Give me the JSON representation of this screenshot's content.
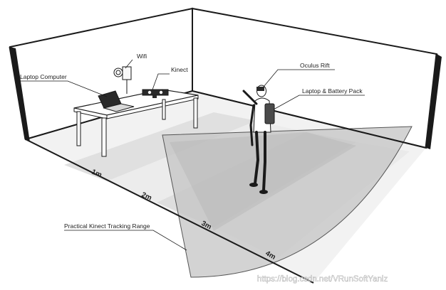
{
  "labels": {
    "wifi": "Wifi",
    "laptop_computer": "Laptop Computer",
    "kinect": "Kinect",
    "oculus_rift": "Oculus Rift",
    "laptop_battery_pack": "Laptop & Battery Pack",
    "tracking_range": "Practical Kinect Tracking Range"
  },
  "distances": [
    "1m",
    "2m",
    "3m",
    "4m"
  ],
  "watermark": "https://blog.csdn.net/VRunSoftYanlz",
  "colors": {
    "wall_line": "#1a1a1a",
    "floor": "#f2f2f2",
    "tracking_dark": "#b8b8b8",
    "tracking_mid": "#cfcfcf",
    "band_light": "#dcdcdc"
  }
}
